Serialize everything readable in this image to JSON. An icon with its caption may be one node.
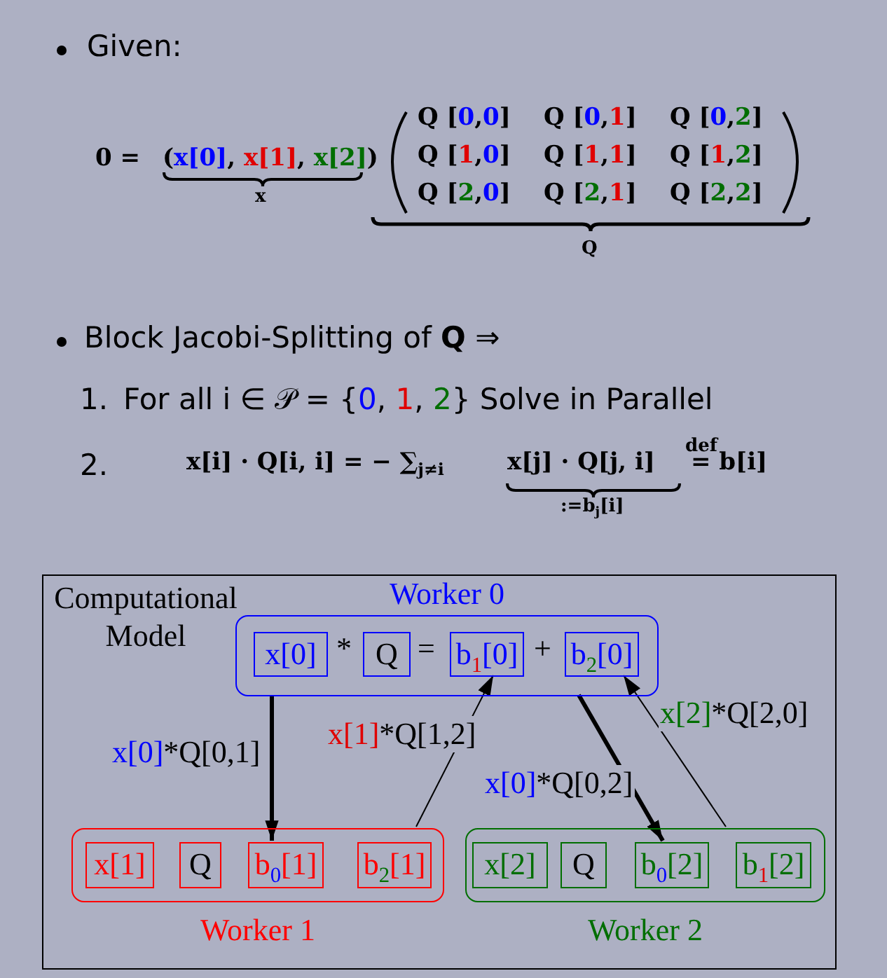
{
  "diagram": {
    "nodes": [
      {
        "text": [
          "Computational Model"
        ]
      },
      {
        "text": [
          "Worker 0"
        ],
        "in": 0
      },
      {
        "text": [
          "x[0]"
        ],
        "in": 1
      },
      {
        "text": [
          "Q"
        ],
        "in": 1
      },
      {
        "text": [
          "b$_{1}$[0]"
        ],
        "in": 1
      },
      {
        "text": [
          "b$_{2}$[0]"
        ],
        "in": 1
      },
      {
        "text": [
          "Worker 1"
        ],
        "in": 0
      },
      {
        "text": [
          "x[1]"
        ],
        "in": 6
      },
      {
        "text": [
          "Q"
        ],
        "in": 6
      },
      {
        "text": [
          "b$_{0}$[1]"
        ],
        "in": 6
      },
      {
        "text": [
          "b$_{2}$[1]"
        ],
        "in": 6
      },
      {
        "text": [
          "Worker 2"
        ],
        "in": 0
      },
      {
        "text": [
          "x[2]"
        ],
        "in": 11
      },
      {
        "text": [
          "Q"
        ],
        "in": 11
      },
      {
        "text": [
          "b$_{0}$[2]"
        ],
        "in": 11
      },
      {
        "text": [
          "b$_{1}$[2]"
        ],
        "in": 11
      }
    ],
    "edges": [
      {
        "from": 1,
        "to": 9,
        "arrow": "to",
        "label": "x[0]*Q[0,1]",
        "style": "thick"
      },
      {
        "from": 6,
        "to": 4,
        "arrow": "to",
        "label": "x[1]*Q[1,2]"
      },
      {
        "from": 1,
        "to": 14,
        "arrow": "to",
        "label": "x[0]*Q[0,2]",
        "style": "thick"
      },
      {
        "from": 11,
        "to": 5,
        "arrow": "to",
        "label": "x[2]*Q[2,0]"
      }
    ],
    "labels": [
      "Given:",
      "0 =",
      "(x[0], x[1], x[2])",
      "x",
      "Q [0,0]",
      "Q [0,1]",
      "Q [0,2]",
      "Q [1,0]",
      "Q [1,1]",
      "Q [1,2]",
      "Q [2,0]",
      "Q [2,1]",
      "Q [2,2]",
      "Q",
      "Block Jacobi-Splitting of **Q** ⇒",
      "1.",
      "For all i ∈ 𝒫 = {0, 1, 2} Solve in Parallel",
      "2.",
      "x[i] · Q[i, i] = − ∑$_{j≠i}$",
      "x[j] · Q[j, i]",
      ":=b$_{j}$[i]",
      "def",
      "= b[i]",
      "*",
      "=",
      "+"
    ]
  }
}
